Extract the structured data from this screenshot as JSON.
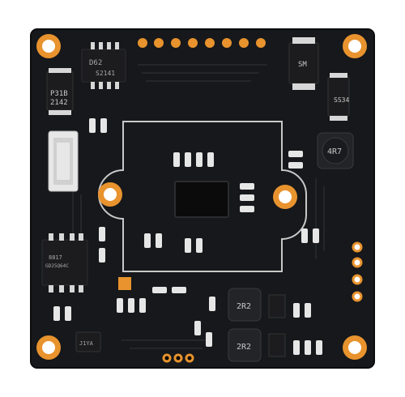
{
  "scene": {
    "subject": "Camera module printed circuit board",
    "colors": {
      "background": "#ffffff",
      "board": "#16181b",
      "board_edge": "#0c0d0f",
      "pad_gold": "#e8932e",
      "silkscreen": "#d8d8d8",
      "chip": "#1c1c1e",
      "smd_white": "#e6e6e6"
    }
  },
  "markings": {
    "chip_top": "D62",
    "chip_top_code": "S2141",
    "diode_left_1": "P31B",
    "diode_left_2": "2142",
    "diode_top_right": "SM",
    "diode_right": "SS34",
    "inductor_right": "4R7",
    "flash_chip_1": "8817",
    "flash_chip_2": "GD25Q64C",
    "inductor_bottom_1": "2R2",
    "inductor_bottom_2": "2R2",
    "transistor_bottom": "J1YA"
  }
}
